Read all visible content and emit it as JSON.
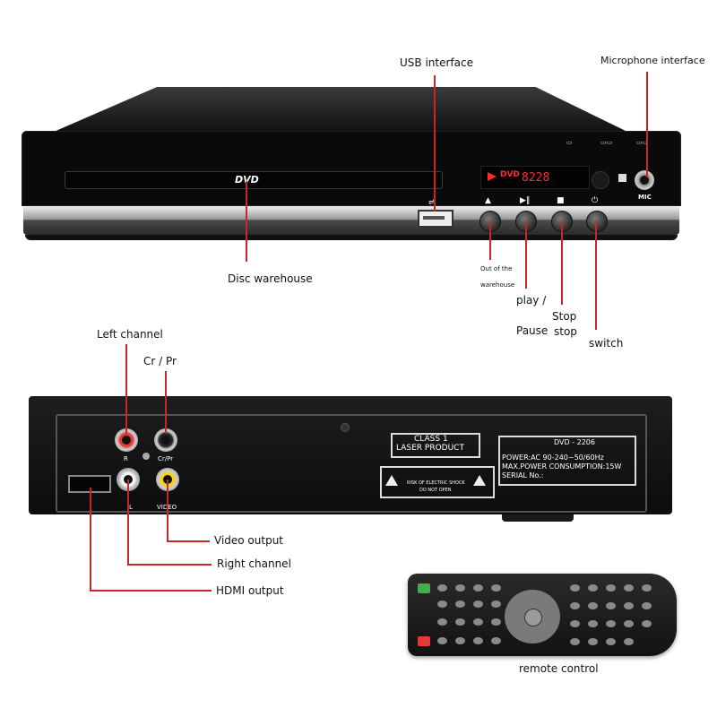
{
  "front_panel": {
    "disc_logo": "DVD",
    "display_icon": "DVD",
    "display_number": "8228",
    "mic_label": "MIC"
  },
  "back_panel": {
    "jack_r": "R",
    "jack_crpr": "Cr/Pr",
    "jack_l": "L",
    "jack_video": "VIDEO",
    "class_line1": "CLASS 1",
    "class_line2": "LASER PRODUCT",
    "warning_line1": "RISK OF ELECTRIC SHOCK",
    "warning_line2": "DO NOT OPEN",
    "model": "DVD - 2206",
    "power": "POWER:AC 90-240~50/60Hz",
    "max_power": "MAX.POWER CONSUMPTION:15W",
    "serial": "SERIAL No.:"
  },
  "callouts": {
    "usb": "USB interface",
    "microphone": "Microphone interface",
    "disc": "Disc warehouse",
    "out_line1": "Out of the",
    "out_line2": "warehouse",
    "play_line1": "play /",
    "play_line2": "Pause",
    "stop_line1": "Stop",
    "stop_line2": "stop",
    "switch": "switch",
    "left_channel": "Left channel",
    "cr_pr": "Cr / Pr",
    "video_output": "Video output",
    "right_channel": "Right channel",
    "hdmi_output": "HDMI output",
    "remote": "remote control"
  },
  "colors": {
    "callout_line": "#c62828",
    "display_text": "#ff2a2a"
  },
  "icons": [
    "eject-icon",
    "play-pause-icon",
    "stop-icon",
    "power-icon",
    "usb-icon",
    "warning-icon",
    "dpad-icon"
  ]
}
